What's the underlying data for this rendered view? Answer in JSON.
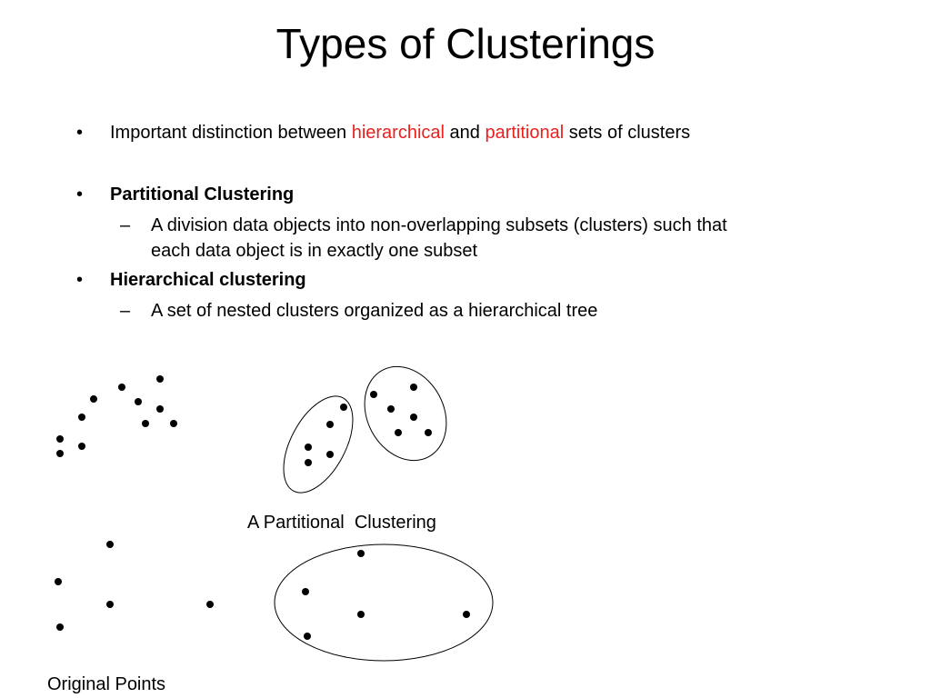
{
  "slide": {
    "title": "Types of Clusterings",
    "bullet1": {
      "marker": "•",
      "part1": "Important distinction between ",
      "highlight1": "hierarchical",
      "part2": " and ",
      "highlight2": "partitional",
      "part3": " sets of clusters",
      "highlight_color": "#e8211d"
    },
    "bullet2": {
      "marker": "•",
      "heading": "Partitional Clustering",
      "sub_marker": "–",
      "sub_line1": "A division data objects into non-overlapping subsets (clusters) such that",
      "sub_line2": "each data object is in exactly one subset"
    },
    "bullet3": {
      "marker": "•",
      "heading": "Hierarchical clustering",
      "sub_marker": "–",
      "sub_line1": "A set of nested clusters organized as a hierarchical tree"
    }
  },
  "figures": {
    "partitional_caption": "A Partitional  Clustering",
    "original_caption": "Original Points"
  }
}
